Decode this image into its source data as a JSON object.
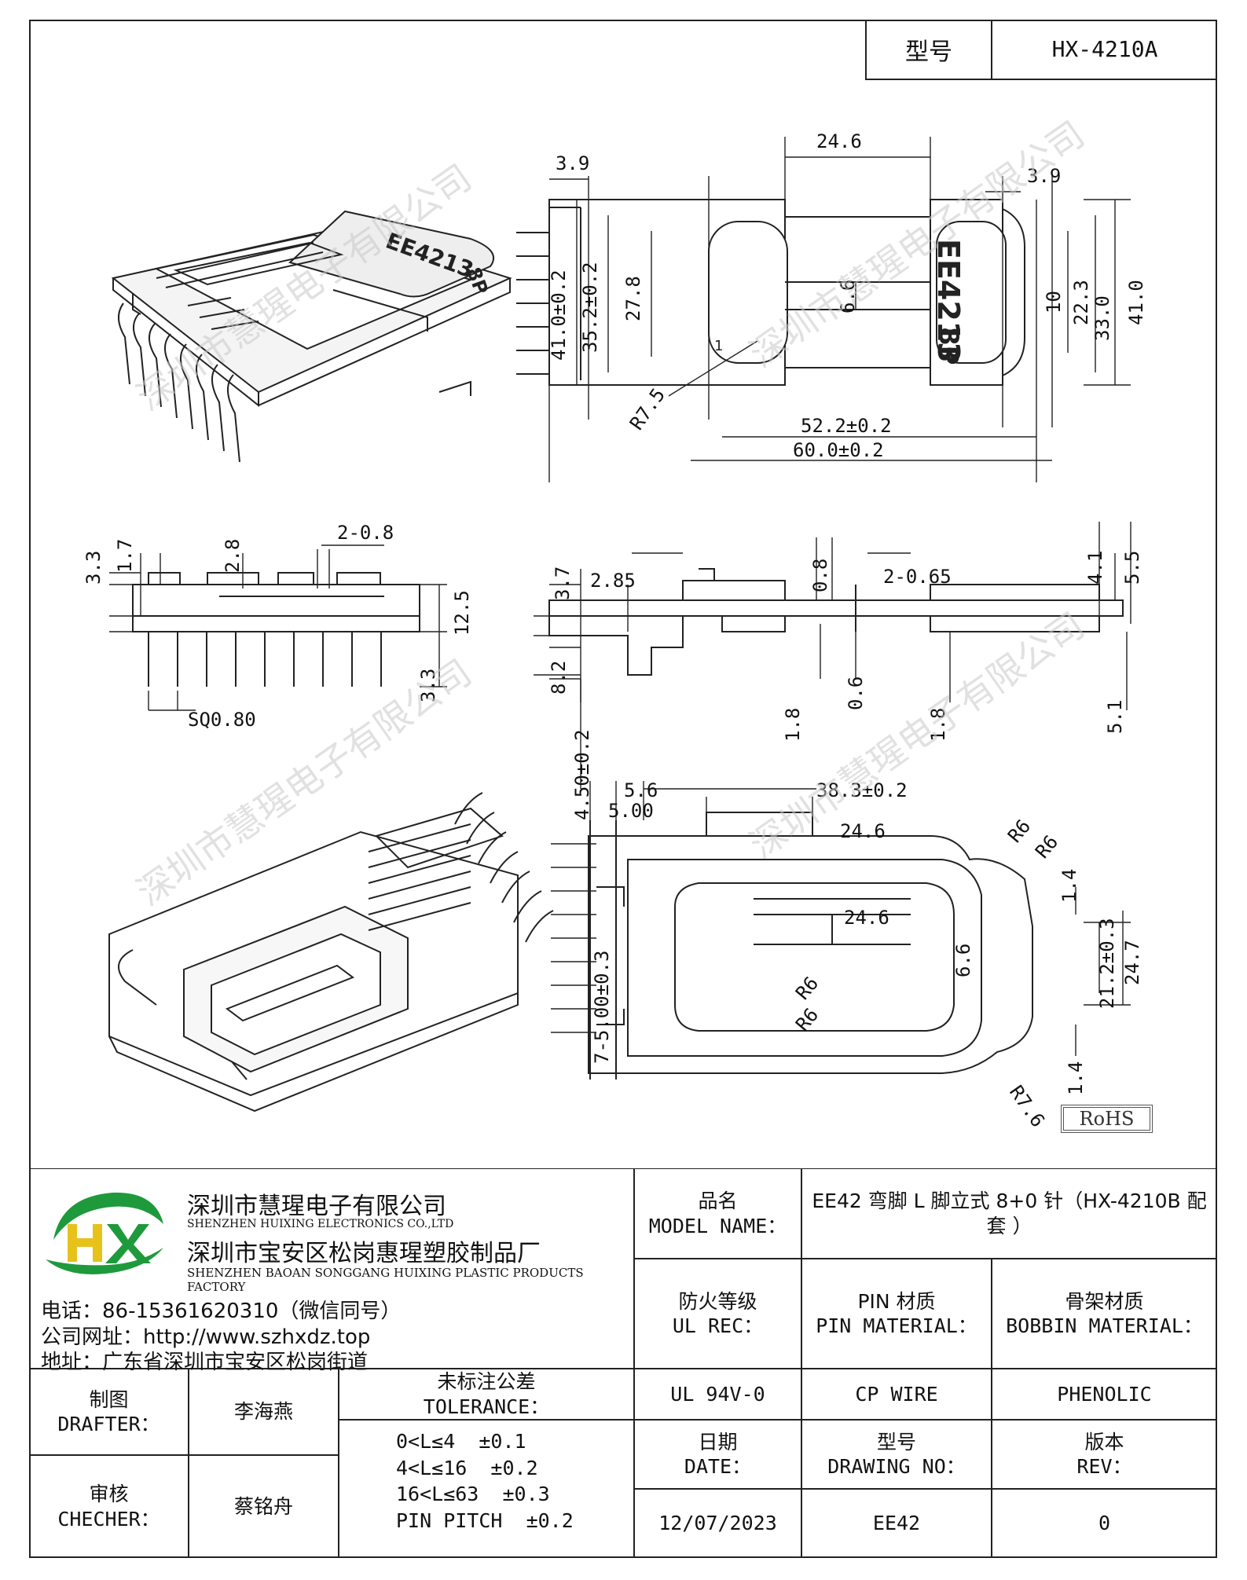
{
  "header": {
    "label": "型号",
    "value": "HX-4210A"
  },
  "drawing": {
    "top_view_dims": [
      "3.9",
      "24.6",
      "3.9",
      "41.0±0.2",
      "35.2±0.2",
      "27.8",
      "6.6",
      "10",
      "22.3",
      "33.0",
      "41.0",
      "R7.5",
      "52.2±0.2",
      "60.0±0.2"
    ],
    "top_view_markings": [
      "EE4213",
      "8P",
      "1"
    ],
    "side_view_dims": [
      "3.3",
      "1.7",
      "2.8",
      "2-0.8",
      "12.5",
      "3.3",
      "SQ0.80"
    ],
    "front_view_dims": [
      "3.7",
      "2.85",
      "0.8",
      "2-0.65",
      "4.1",
      "5.5",
      "8.2",
      "0.6",
      "1.8",
      "1.8",
      "5.1",
      "4.50±0.2"
    ],
    "bottom_view_dims": [
      "5.6",
      "5.00",
      "38.3±0.2",
      "24.6",
      "R6",
      "R6",
      "1.4",
      "24.6",
      "6.6",
      "R6",
      "R6",
      "7-5.00±0.3",
      "21.2±0.3",
      "24.7",
      "1.4",
      "R7.6"
    ],
    "rohs_mark": "RoHS",
    "watermark": "深圳市慧瑆电子有限公司"
  },
  "company": {
    "name_cn": "深圳市慧瑆电子有限公司",
    "name_en": "SHENZHEN HUIXING ELECTRONICS CO.,LTD",
    "factory_cn": "深圳市宝安区松岗惠瑆塑胶制品厂",
    "factory_en": "SHENZHEN BAOAN SONGGANG HUIXING PLASTIC PRODUCTS FACTORY",
    "phone": "电话：86-15361620310（微信同号）",
    "website": "公司网址：http://www.szhxdz.top",
    "address": "地址：广东省深圳市宝安区松岗街道",
    "logo_text": "HX",
    "logo_colors": {
      "green": "#1e9a3c",
      "yellow": "#e6c21a",
      "blue": "#2a66c8"
    }
  },
  "title_block": {
    "model_name_cn": "品名",
    "model_name_en": "MODEL NAME：",
    "model_name_value": "EE42 弯脚 L 脚立式 8+0 针（HX-4210B 配套 ）",
    "ul_cn": "防火等级",
    "ul_en": "UL REC：",
    "pin_mat_cn": "PIN 材质",
    "pin_mat_en": "PIN MATERIAL：",
    "bobbin_mat_cn": "骨架材质",
    "bobbin_mat_en": "BOBBIN MATERIAL：",
    "ul_value": "UL 94V-0",
    "pin_mat_value": "CP WIRE",
    "bobbin_mat_value": "PHENOLIC",
    "drafter_cn": "制图",
    "drafter_en": "DRAFTER：",
    "drafter_name": "李海燕",
    "checker_cn": "审核",
    "checker_en": "CHECHER：",
    "checker_name": "蔡铭舟",
    "tolerance_cn": "未标注公差",
    "tolerance_en": "TOLERANCE：",
    "tolerances": [
      "0<L≤4  ±0.1",
      "4<L≤16  ±0.2",
      "16<L≤63  ±0.3",
      "PIN PITCH  ±0.2"
    ],
    "date_cn": "日期",
    "date_en": "DATE：",
    "date_value": "12/07/2023",
    "drawing_no_cn": "型号",
    "drawing_no_en": "DRAWING NO：",
    "drawing_no_value": "EE42",
    "rev_cn": "版本",
    "rev_en": "REV：",
    "rev_value": "0"
  }
}
